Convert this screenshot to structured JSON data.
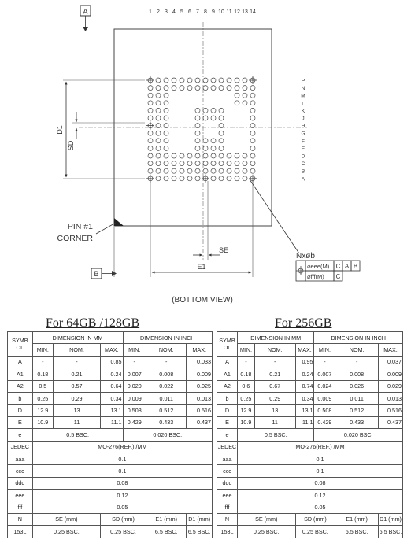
{
  "drawing": {
    "col_numbers": [
      "1",
      "2",
      "3",
      "4",
      "5",
      "6",
      "7",
      "8",
      "9",
      "10",
      "11",
      "12",
      "13",
      "14"
    ],
    "row_letters": [
      "P",
      "N",
      "M",
      "L",
      "K",
      "J",
      "H",
      "G",
      "F",
      "E",
      "D",
      "C",
      "B",
      "A"
    ],
    "label_a": "A",
    "label_b": "B",
    "d1": "D1",
    "sd": "SD",
    "se": "SE",
    "e1": "E1",
    "pin1_line1": "PIN #1",
    "pin1_line2": "CORNER",
    "nxob": "Nxøb",
    "fcf_row1": [
      "⌀eee(M)",
      "C",
      "A",
      "B"
    ],
    "fcf_row2": [
      "⌀fff(M)",
      "C"
    ],
    "caption": "(BOTTOM VIEW)"
  },
  "headings": {
    "left": "For 64GB  /128GB",
    "right": "For 256GB"
  },
  "tables": [
    {
      "sym_header": "SYMB OL",
      "mm_header": "DIMENSION IN MM",
      "inch_header": "DIMENSION IN INCH",
      "sub": [
        "MIN.",
        "NOM.",
        "MAX.",
        "MIN.",
        "NOM.",
        "MAX."
      ],
      "rows": [
        [
          "A",
          "-",
          "-",
          "0.85",
          "-",
          "-",
          "0.033"
        ],
        [
          "A1",
          "0.18",
          "0.21",
          "0.24",
          "0.007",
          "0.008",
          "0.009"
        ],
        [
          "A2",
          "0.5",
          "0.57",
          "0.64",
          "0.020",
          "0.022",
          "0.025"
        ],
        [
          "b",
          "0.25",
          "0.29",
          "0.34",
          "0.009",
          "0.011",
          "0.013"
        ],
        [
          "D",
          "12.9",
          "13",
          "13.1",
          "0.508",
          "0.512",
          "0.516"
        ],
        [
          "E",
          "10.9",
          "11",
          "11.1",
          "0.429",
          "0.433",
          "0.437"
        ]
      ],
      "e_row": [
        "e",
        "0.5 BSC.",
        "0.020 BSC."
      ],
      "jedec_row": [
        "JEDEC",
        "MO-276(REF.) /MM"
      ],
      "tol_rows": [
        [
          "aaa",
          "0.1"
        ],
        [
          "ccc",
          "0.1"
        ],
        [
          "ddd",
          "0.08"
        ],
        [
          "eee",
          "0.12"
        ],
        [
          "fff",
          "0.05"
        ]
      ],
      "n_header": [
        "N",
        "SE (mm)",
        "SD (mm)",
        "E1 (mm)",
        "D1 (mm)"
      ],
      "n_values": [
        "153L",
        "0.25 BSC.",
        "0.25 BSC.",
        "6.5 BSC.",
        "6.5 BSC."
      ]
    },
    {
      "sym_header": "SYMB OL",
      "mm_header": "DIMENSION IN MM",
      "inch_header": "DIMENSION IN INCH",
      "sub": [
        "MIN.",
        "NOM.",
        "MAX.",
        "MIN.",
        "NOM.",
        "MAX."
      ],
      "rows": [
        [
          "A",
          "-",
          "-",
          "0.95",
          "-",
          "-",
          "0.037"
        ],
        [
          "A1",
          "0.18",
          "0.21",
          "0.24",
          "0.007",
          "0.008",
          "0.009"
        ],
        [
          "A2",
          "0.6",
          "0.67",
          "0.74",
          "0.024",
          "0.026",
          "0.029"
        ],
        [
          "b",
          "0.25",
          "0.29",
          "0.34",
          "0.009",
          "0.011",
          "0.013"
        ],
        [
          "D",
          "12.9",
          "13",
          "13.1",
          "0.508",
          "0.512",
          "0.516"
        ],
        [
          "E",
          "10.9",
          "11",
          "11.1",
          "0.429",
          "0.433",
          "0.437"
        ]
      ],
      "e_row": [
        "e",
        "0.5 BSC.",
        "0.020 BSC."
      ],
      "jedec_row": [
        "JEDEC",
        "MO-276(REF.) /MM"
      ],
      "tol_rows": [
        [
          "aaa",
          "0.1"
        ],
        [
          "ccc",
          "0.1"
        ],
        [
          "ddd",
          "0.08"
        ],
        [
          "eee",
          "0.12"
        ],
        [
          "fff",
          "0.05"
        ]
      ],
      "n_header": [
        "N",
        "SE (mm)",
        "SD (mm)",
        "E1 (mm)",
        "D1 (mm)"
      ],
      "n_values": [
        "153L",
        "0.25 BSC.",
        "0.25 BSC.",
        "6.5 BSC.",
        "6.5 BSC."
      ]
    }
  ]
}
